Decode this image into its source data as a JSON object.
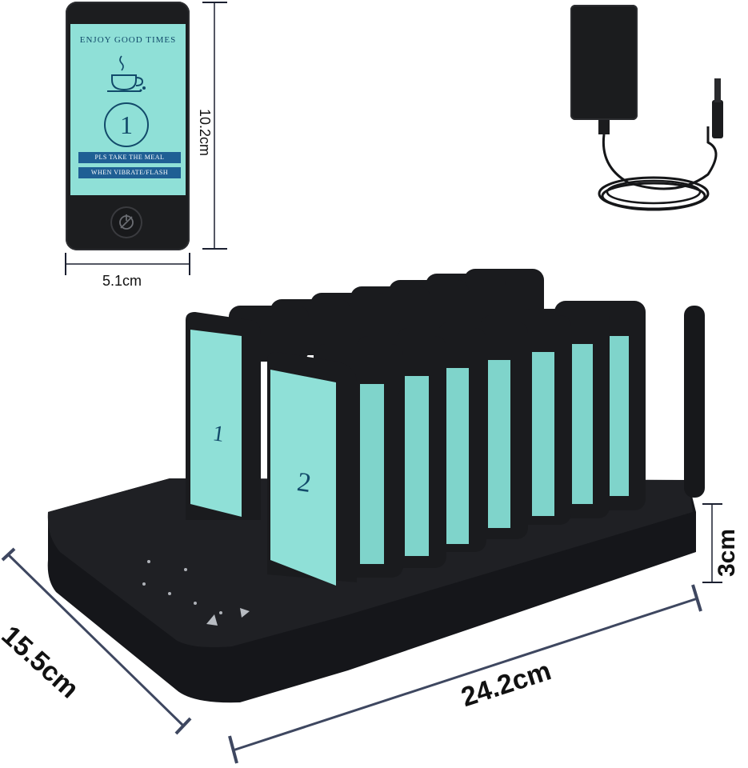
{
  "pager": {
    "top_text": "ENJOY GOOD TIMES",
    "number": "1",
    "band_1": "PLS TAKE THE MEAL",
    "band_2": "WHEN VIBRATE/FLASH"
  },
  "dimensions": {
    "pager_height": "10.2cm",
    "pager_width": "5.1cm",
    "base_height": "3cm",
    "base_depth": "15.5cm",
    "base_width": "24.2cm"
  },
  "front_pagers": {
    "left_number": "1",
    "right_number": "2"
  },
  "colors": {
    "device_black": "#1c1d1f",
    "screen_teal": "#8fe0d7",
    "text_navy": "#124a6a",
    "band_blue": "#1f5f94"
  },
  "icons": {
    "coffee": "coffee-cup-icon",
    "power": "power-off-icon"
  }
}
